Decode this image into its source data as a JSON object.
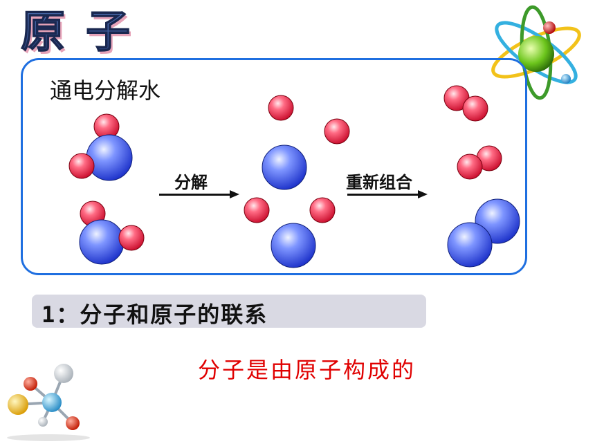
{
  "title": {
    "text": "原子"
  },
  "panel": {
    "label": "通电分解水"
  },
  "arrows": {
    "decompose": "分解",
    "recombine": "重新组合"
  },
  "section": {
    "heading": "1：分子和原子的联系"
  },
  "conclusion": {
    "text": "分子是由原子构成的"
  },
  "colors": {
    "panel_border": "#1f6fe0",
    "oxygen": "#2a43e0",
    "hydrogen": "#e8183a",
    "answer": "#e00000",
    "title": "#2e4f8c"
  },
  "icons": {
    "top_right": "atom-orbit-icon",
    "bottom_left": "molecule-model-icon"
  }
}
